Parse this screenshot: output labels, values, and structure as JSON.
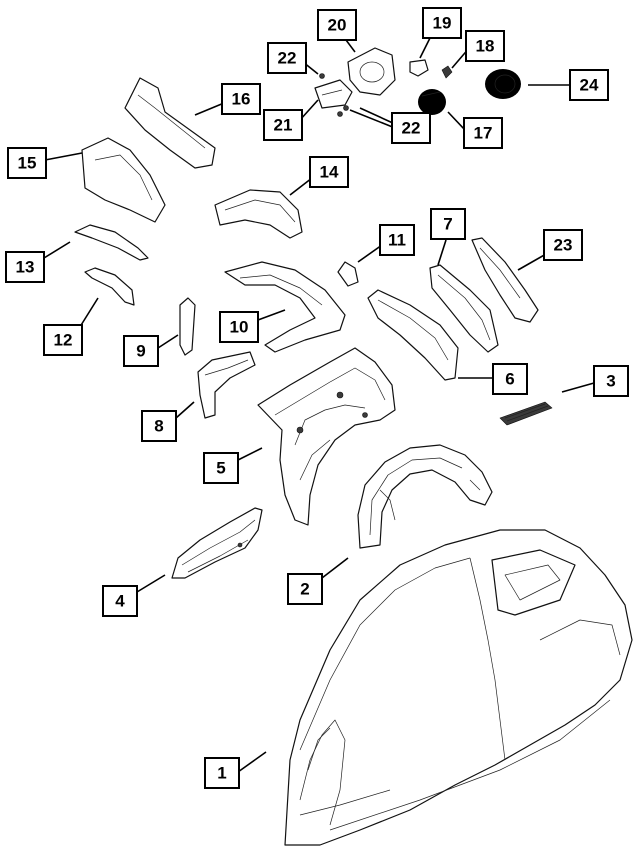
{
  "callouts": [
    {
      "id": "1",
      "label": "1"
    },
    {
      "id": "2",
      "label": "2"
    },
    {
      "id": "3",
      "label": "3"
    },
    {
      "id": "4",
      "label": "4"
    },
    {
      "id": "5",
      "label": "5"
    },
    {
      "id": "6",
      "label": "6"
    },
    {
      "id": "7",
      "label": "7"
    },
    {
      "id": "8",
      "label": "8"
    },
    {
      "id": "9",
      "label": "9"
    },
    {
      "id": "10",
      "label": "10"
    },
    {
      "id": "11",
      "label": "11"
    },
    {
      "id": "12",
      "label": "12"
    },
    {
      "id": "13",
      "label": "13"
    },
    {
      "id": "14",
      "label": "14"
    },
    {
      "id": "15",
      "label": "15"
    },
    {
      "id": "16",
      "label": "16"
    },
    {
      "id": "17",
      "label": "17"
    },
    {
      "id": "18",
      "label": "18"
    },
    {
      "id": "19",
      "label": "19"
    },
    {
      "id": "20",
      "label": "20"
    },
    {
      "id": "21",
      "label": "21"
    },
    {
      "id": "22a",
      "label": "22"
    },
    {
      "id": "22b",
      "label": "22"
    },
    {
      "id": "23",
      "label": "23"
    },
    {
      "id": "24",
      "label": "24"
    }
  ]
}
